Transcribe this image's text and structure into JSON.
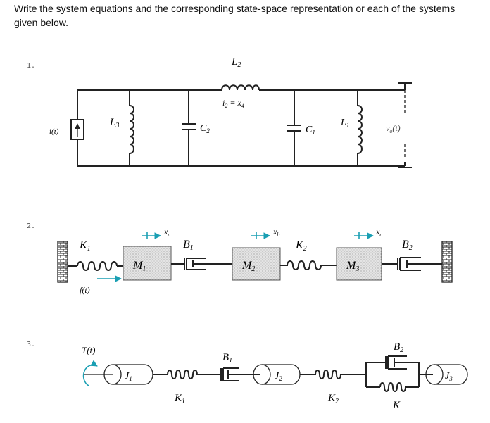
{
  "prompt": "Write the system equations and the corresponding state-space representation or each of the systems  given below.",
  "problems": {
    "p1": {
      "number": "1.",
      "source_label": "i(t)",
      "L3": "L",
      "L3_sub": "3",
      "L2": "L",
      "L2_sub": "2",
      "current_eq": "i",
      "current_eq_sub": "2",
      "current_eq_rest": " = x",
      "current_eq_rest_sub": "4",
      "C2": "C",
      "C2_sub": "2",
      "C1": "C",
      "C1_sub": "1",
      "L1": "L",
      "L1_sub": "1",
      "vo": "v",
      "vo_sub": "o",
      "vo_rest": "(t)"
    },
    "p2": {
      "number": "2.",
      "K1": "K",
      "K1_sub": "1",
      "M1": "M",
      "M1_sub": "1",
      "xa": "x",
      "xa_sub": "a",
      "B1": "B",
      "B1_sub": "1",
      "M2": "M",
      "M2_sub": "2",
      "xb": "x",
      "xb_sub": "b",
      "K2": "K",
      "K2_sub": "2",
      "M3": "M",
      "M3_sub": "3",
      "xc": "x",
      "xc_sub": "c",
      "B2": "B",
      "B2_sub": "2",
      "force": "f(t)"
    },
    "p3": {
      "number": "3.",
      "torque": "T(t)",
      "J1": "J",
      "J1_sub": "1",
      "K1": "K",
      "K1_sub": "1",
      "B1": "B",
      "B1_sub": "1",
      "J2": "J",
      "J2_sub": "2",
      "K2": "K",
      "K2_sub": "2",
      "B2": "B",
      "B2_sub": "2",
      "J3": "J",
      "J3_sub": "3",
      "K": "K"
    }
  },
  "colors": {
    "arrow": "#1a9fb3",
    "ink": "#222222"
  }
}
